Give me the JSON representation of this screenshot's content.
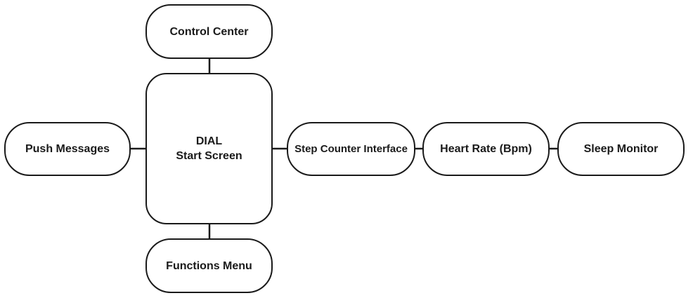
{
  "diagram": {
    "nodes": {
      "control_center": "Control Center",
      "dial_start_screen": "DIAL\nStart Screen",
      "functions_menu": "Functions Menu",
      "push_messages": "Push Messages",
      "step_counter_interface": "Step Counter Interface",
      "heart_rate": "Heart Rate (Bpm)",
      "sleep_monitor": "Sleep Monitor"
    },
    "edges": [
      [
        "Control Center",
        "DIAL Start Screen"
      ],
      [
        "DIAL Start Screen",
        "Functions Menu"
      ],
      [
        "Push Messages",
        "DIAL Start Screen"
      ],
      [
        "DIAL Start Screen",
        "Step Counter Interface"
      ],
      [
        "Step Counter Interface",
        "Heart Rate (Bpm)"
      ],
      [
        "Heart Rate (Bpm)",
        "Sleep Monitor"
      ]
    ]
  },
  "colors": {
    "stroke": "#1a1a1a",
    "fill": "#ffffff"
  }
}
